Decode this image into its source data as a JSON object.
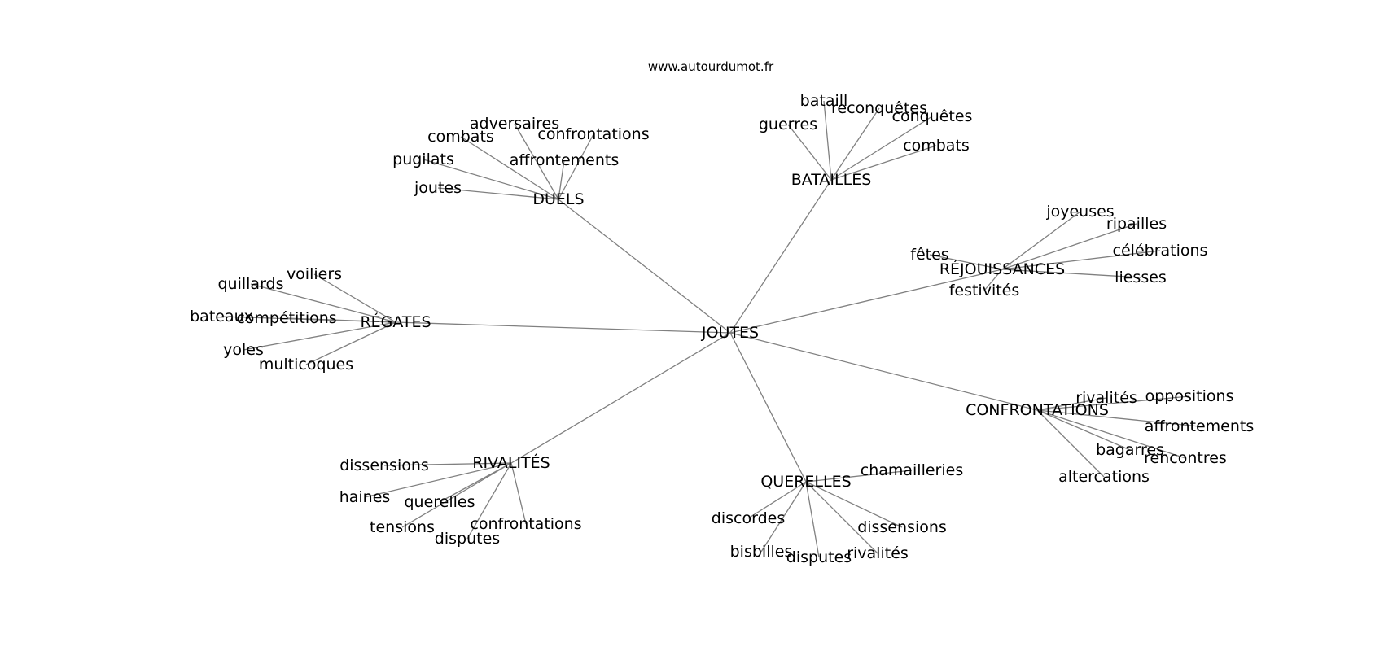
{
  "source": "www.autourdumot.fr",
  "colors": {
    "edge": "#808080",
    "text": "#000000",
    "background": "#ffffff"
  },
  "root": "JOUTES",
  "clusters": [
    {
      "label": "DUELS",
      "words": [
        "adversaires",
        "combats",
        "confrontations",
        "pugilats",
        "affrontements",
        "joutes"
      ]
    },
    {
      "label": "BATAILLES",
      "words": [
        "bataill",
        "reconquêtes",
        "guerres",
        "conquêtes",
        "combats"
      ]
    },
    {
      "label": "RÉJOUISSANCES",
      "words": [
        "joyeuses",
        "ripailles",
        "célébrations",
        "fêtes",
        "festivités",
        "liesses"
      ]
    },
    {
      "label": "RÉGATES",
      "words": [
        "voiliers",
        "quillards",
        "bateaux",
        "compétitions",
        "yoles",
        "multicoques"
      ]
    },
    {
      "label": "CONFRONTATIONS",
      "words": [
        "rivalités",
        "oppositions",
        "affrontements",
        "bagarres",
        "rencontres",
        "altercations"
      ]
    },
    {
      "label": "RIVALITÉS",
      "words": [
        "dissensions",
        "haines",
        "querelles",
        "tensions",
        "confrontations",
        "disputes"
      ]
    },
    {
      "label": "QUERELLES",
      "words": [
        "chamailleries",
        "discordes",
        "dissensions",
        "bisbilles",
        "disputes",
        "rivalités"
      ]
    }
  ]
}
